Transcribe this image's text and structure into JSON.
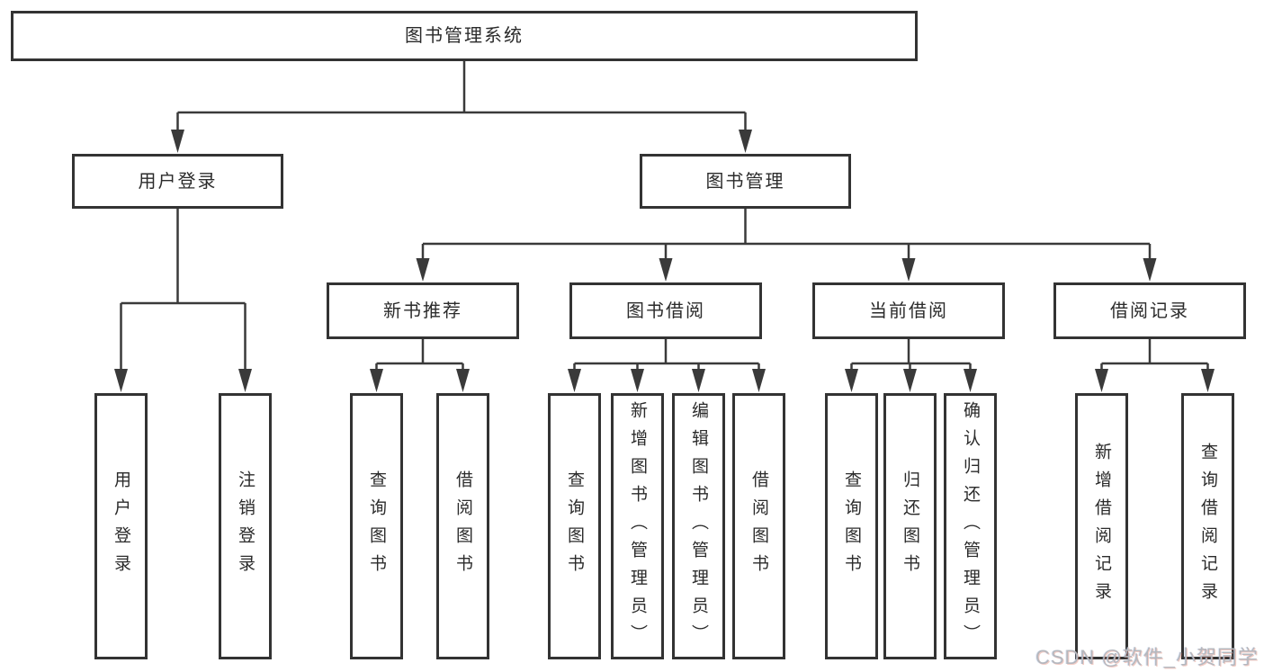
{
  "diagram": {
    "root": "图书管理系统",
    "branches": [
      {
        "label": "用户登录",
        "children": [
          "用户登录",
          "注销登录"
        ]
      },
      {
        "label": "图书管理",
        "groups": [
          {
            "label": "新书推荐",
            "children": [
              "查询图书",
              "借阅图书"
            ]
          },
          {
            "label": "图书借阅",
            "children": [
              "查询图书",
              "新增图书（管理员）",
              "编辑图书（管理员）",
              "借阅图书"
            ]
          },
          {
            "label": "当前借阅",
            "children": [
              "查询图书",
              "归还图书",
              "确认归还（管理员）"
            ]
          },
          {
            "label": "借阅记录",
            "children": [
              "新增借阅记录",
              "查询借阅记录"
            ]
          }
        ]
      }
    ]
  },
  "colors": {
    "line": "#3a3a3a",
    "box_border": "#333333",
    "text": "#2b2b2b",
    "watermark": "#b5b8be"
  },
  "watermark": "CSDN @软件_小贺同学"
}
